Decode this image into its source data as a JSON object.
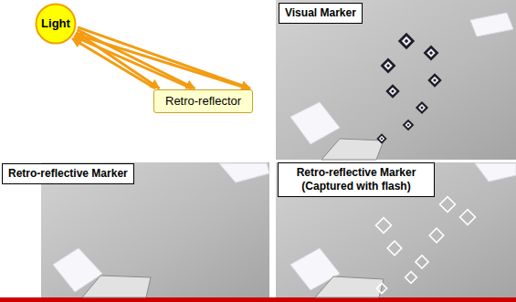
{
  "diagram": {
    "nodes": [
      {
        "text": [
          "Light"
        ]
      },
      {
        "text": [
          "Retro-reflector"
        ]
      },
      {
        "text": [
          "Visual Marker"
        ]
      },
      {
        "text": [
          "Retro-reflective Marker"
        ]
      },
      {
        "text": [
          "Retro-reflective Marker (Captured with flash)"
        ]
      }
    ],
    "edges": [
      {
        "from": 0,
        "to": 1,
        "arrow": "to"
      },
      {
        "from": 1,
        "to": 0,
        "arrow": "to"
      },
      {
        "from": 0,
        "to": 1,
        "arrow": "to"
      },
      {
        "from": 1,
        "to": 0,
        "arrow": "to"
      },
      {
        "from": 0,
        "to": 1,
        "arrow": "to"
      },
      {
        "from": 1,
        "to": 0,
        "arrow": "to"
      }
    ]
  }
}
